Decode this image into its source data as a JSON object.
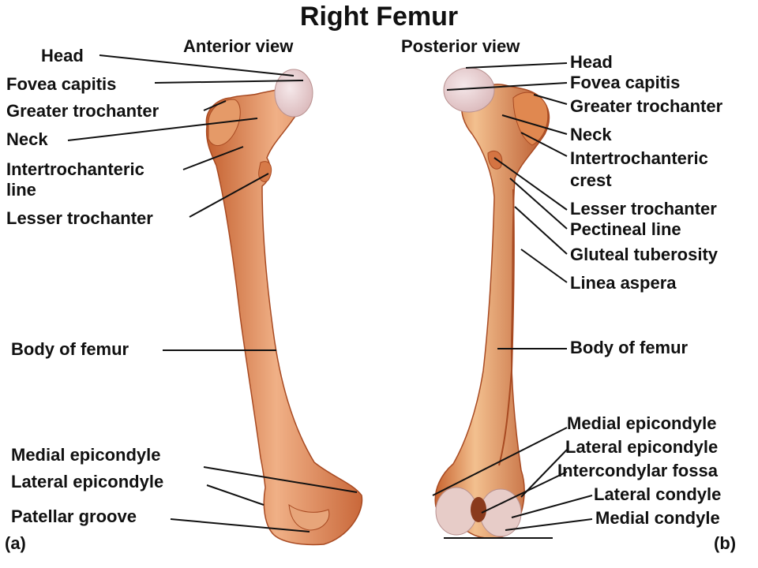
{
  "title": "Right Femur",
  "views": {
    "anterior": {
      "heading": "Anterior view",
      "panel_label": "(a)",
      "labels": {
        "head": "Head",
        "fovea_capitis": "Fovea capitis",
        "greater_trochanter": "Greater trochanter",
        "neck": "Neck",
        "intertrochanteric_line_1": "Intertrochanteric",
        "intertrochanteric_line_2": "line",
        "lesser_trochanter": "Lesser trochanter",
        "body_of_femur": "Body of femur",
        "medial_epicondyle": "Medial epicondyle",
        "lateral_epicondyle": "Lateral epicondyle",
        "patellar_groove": "Patellar groove"
      }
    },
    "posterior": {
      "heading": "Posterior view",
      "panel_label": "(b)",
      "labels": {
        "head": "Head",
        "fovea_capitis": "Fovea capitis",
        "greater_trochanter": "Greater trochanter",
        "neck": "Neck",
        "intertrochanteric_crest_1": "Intertrochanteric",
        "intertrochanteric_crest_2": "crest",
        "lesser_trochanter": "Lesser trochanter",
        "pectineal_line": "Pectineal line",
        "gluteal_tuberosity": "Gluteal tuberosity",
        "linea_aspera": "Linea aspera",
        "body_of_femur": "Body of femur",
        "medial_epicondyle": "Medial epicondyle",
        "lateral_epicondyle": "Lateral epicondyle",
        "intercondylar_fossa": "Intercondylar fossa",
        "lateral_condyle": "Lateral condyle",
        "medial_condyle": "Medial condyle"
      }
    }
  },
  "colors": {
    "bone_light": "#f2b48a",
    "bone_mid": "#e08a5a",
    "bone_dark": "#b8552c",
    "cartilage": "#e9d6d8",
    "leader": "#111111"
  }
}
